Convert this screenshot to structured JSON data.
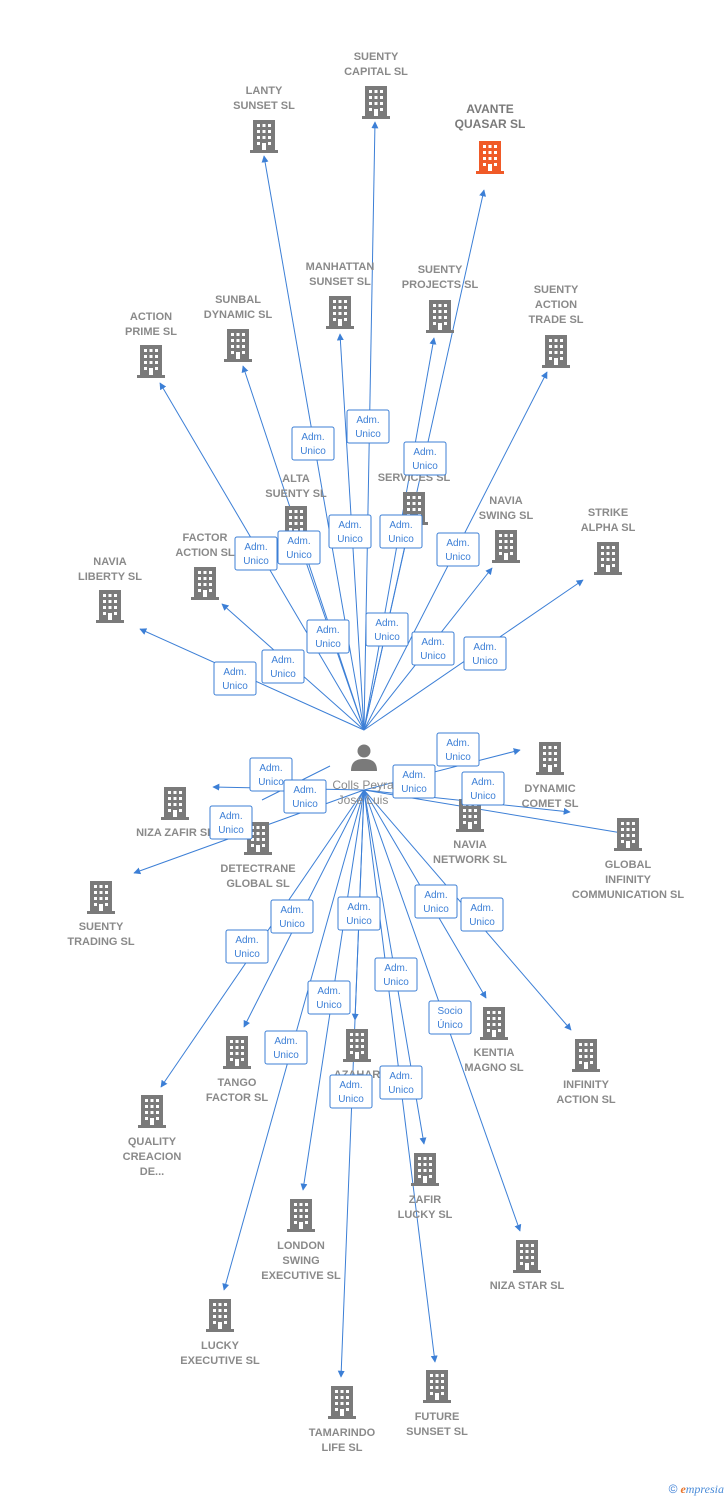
{
  "center": {
    "name_line1": "Colls Peyra",
    "name_line2": "Jose Luis",
    "icon": "person-icon"
  },
  "colors": {
    "edge": "#3c7fd6",
    "building": "#7a7a7a",
    "highlight": "#f05a28"
  },
  "footer": {
    "copyright": "©",
    "brand_e": "e",
    "brand_rest": "mpresia"
  },
  "companies": [
    {
      "id": "suenty-capital",
      "label": [
        "SUENTY",
        "CAPITAL SL"
      ],
      "highlight": false
    },
    {
      "id": "lanty-sunset",
      "label": [
        "LANTY",
        "SUNSET SL"
      ],
      "highlight": false
    },
    {
      "id": "avante-quasar",
      "label": [
        "AVANTE",
        "QUASAR  SL"
      ],
      "highlight": true
    },
    {
      "id": "manhattan-sunset",
      "label": [
        "MANHATTAN",
        "SUNSET SL"
      ],
      "highlight": false
    },
    {
      "id": "suenty-projects",
      "label": [
        "SUENTY",
        "PROJECTS SL"
      ],
      "highlight": false
    },
    {
      "id": "suenty-action-trade",
      "label": [
        "SUENTY",
        "ACTION",
        "TRADE SL"
      ],
      "highlight": false
    },
    {
      "id": "action-prime",
      "label": [
        "ACTION",
        "PRIME SL"
      ],
      "highlight": false
    },
    {
      "id": "sunbal-dynamic",
      "label": [
        "SUNBAL",
        "DYNAMIC SL"
      ],
      "highlight": false
    },
    {
      "id": "ma-services",
      "label": [
        "MA",
        "IN",
        "SERVICES SL"
      ],
      "highlight": false
    },
    {
      "id": "alta-suenty",
      "label": [
        "ALTA",
        "SUENTY SL"
      ],
      "highlight": false
    },
    {
      "id": "navia-swing",
      "label": [
        "NAVIA",
        "SWING SL"
      ],
      "highlight": false
    },
    {
      "id": "strike-alpha",
      "label": [
        "STRIKE",
        "ALPHA SL"
      ],
      "highlight": false
    },
    {
      "id": "factor-action",
      "label": [
        "FACTOR",
        "ACTION SL"
      ],
      "highlight": false
    },
    {
      "id": "navia-liberty",
      "label": [
        "NAVIA",
        "LIBERTY SL"
      ],
      "highlight": false
    },
    {
      "id": "dynamic-comet",
      "label": [
        "DYNAMIC",
        "COMET SL"
      ],
      "highlight": false
    },
    {
      "id": "niza-zafir",
      "label": [
        "NIZA ZAFIR SL"
      ],
      "highlight": false
    },
    {
      "id": "detectrane-global",
      "label": [
        "DETECTRANE",
        "GLOBAL  SL"
      ],
      "highlight": false
    },
    {
      "id": "navia-network",
      "label": [
        "NAVIA",
        "NETWORK SL"
      ],
      "highlight": false
    },
    {
      "id": "global-infinity",
      "label": [
        "GLOBAL",
        "INFINITY",
        "COMMUNICATION SL"
      ],
      "highlight": false
    },
    {
      "id": "suenty-trading",
      "label": [
        "SUENTY",
        "TRADING SL"
      ],
      "highlight": false
    },
    {
      "id": "tango-factor",
      "label": [
        "TANGO",
        "FACTOR SL"
      ],
      "highlight": false
    },
    {
      "id": "azahar",
      "label": [
        "AZAHAR",
        "IN",
        "S"
      ],
      "highlight": false
    },
    {
      "id": "kentia-magno",
      "label": [
        "KENTIA",
        "MAGNO SL"
      ],
      "highlight": false
    },
    {
      "id": "infinity-action",
      "label": [
        "INFINITY",
        "ACTION SL"
      ],
      "highlight": false
    },
    {
      "id": "quality-creacion",
      "label": [
        "QUALITY",
        "CREACION",
        "DE..."
      ],
      "highlight": false
    },
    {
      "id": "zafir-lucky",
      "label": [
        "ZAFIR",
        "LUCKY SL"
      ],
      "highlight": false
    },
    {
      "id": "london-swing",
      "label": [
        "LONDON",
        "SWING",
        "EXECUTIVE SL"
      ],
      "highlight": false
    },
    {
      "id": "niza-star",
      "label": [
        "NIZA STAR SL"
      ],
      "highlight": false
    },
    {
      "id": "lucky-executive",
      "label": [
        "LUCKY",
        "EXECUTIVE SL"
      ],
      "highlight": false
    },
    {
      "id": "tamarindo-life",
      "label": [
        "TAMARINDO",
        "LIFE SL"
      ],
      "highlight": false
    },
    {
      "id": "future-sunset",
      "label": [
        "FUTURE",
        "SUNSET SL"
      ],
      "highlight": false
    }
  ],
  "relations": [
    {
      "target": "suenty-capital",
      "label": [
        "Adm.",
        "Unico"
      ]
    },
    {
      "target": "lanty-sunset",
      "label": [
        "Adm.",
        "Unico"
      ]
    },
    {
      "target": "avante-quasar",
      "label": [
        "Adm.",
        "Unico"
      ]
    },
    {
      "target": "manhattan-sunset",
      "label": [
        "Adm.",
        "Unico"
      ]
    },
    {
      "target": "suenty-projects",
      "label": [
        "Adm.",
        "Unico"
      ]
    },
    {
      "target": "suenty-action-trade",
      "label": [
        "Adm.",
        "Unico"
      ]
    },
    {
      "target": "action-prime",
      "label": [
        "Adm.",
        "Unico"
      ]
    },
    {
      "target": "sunbal-dynamic",
      "label": [
        "Adm.",
        "Unico"
      ]
    },
    {
      "target": "alta-suenty",
      "label": [
        "Adm.",
        "Unico"
      ]
    },
    {
      "target": "ma-services",
      "label": [
        "Adm.",
        "Unico"
      ]
    },
    {
      "target": "navia-swing",
      "label": [
        "Adm.",
        "Unico"
      ]
    },
    {
      "target": "strike-alpha",
      "label": [
        "Adm.",
        "Unico"
      ]
    },
    {
      "target": "factor-action",
      "label": [
        "Adm.",
        "Unico"
      ]
    },
    {
      "target": "navia-liberty",
      "label": [
        "Adm.",
        "Unico"
      ]
    },
    {
      "target": "dynamic-comet",
      "label": [
        "Adm.",
        "Unico"
      ]
    },
    {
      "target": "niza-zafir",
      "label": [
        "Adm.",
        "Unico"
      ]
    },
    {
      "target": "navia-network",
      "label": [
        "Adm.",
        "Unico"
      ]
    },
    {
      "target": "global-infinity",
      "label": [
        "Adm.",
        "Unico"
      ]
    },
    {
      "target": "suenty-trading",
      "label": [
        "Adm.",
        "Unico"
      ]
    },
    {
      "target": "tango-factor",
      "label": [
        "Adm.",
        "Unico"
      ]
    },
    {
      "target": "azahar",
      "label": [
        "Adm.",
        "Unico"
      ]
    },
    {
      "target": "kentia-magno",
      "label": [
        "Adm.",
        "Unico"
      ]
    },
    {
      "target": "infinity-action",
      "label": [
        "Adm.",
        "Unico"
      ]
    },
    {
      "target": "quality-creacion",
      "label": [
        "Adm.",
        "Unico"
      ]
    },
    {
      "target": "zafir-lucky",
      "label": [
        "Adm.",
        "Unico"
      ]
    },
    {
      "target": "london-swing",
      "label": [
        "Adm.",
        "Unico"
      ]
    },
    {
      "target": "niza-star",
      "label": [
        "Socio",
        "Único"
      ]
    },
    {
      "target": "lucky-executive",
      "label": [
        "Adm.",
        "Unico"
      ]
    },
    {
      "target": "tamarindo-life",
      "label": [
        "Adm.",
        "Unico"
      ]
    },
    {
      "target": "future-sunset",
      "label": [
        "Adm.",
        "Unico"
      ]
    }
  ]
}
